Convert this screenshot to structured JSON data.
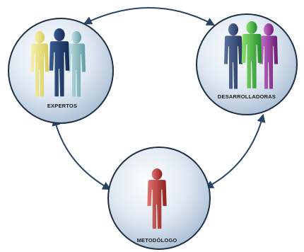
{
  "nodes": {
    "expertos": {
      "label": "EXPERTOS"
    },
    "desarrolladoras": {
      "label": "DESARROLLADORAS"
    },
    "metodologo": {
      "label": "METODÓLOGO"
    }
  },
  "colors": {
    "circle_fill_light": "#ffffff",
    "circle_fill_dark": "#b9cbde",
    "circle_stroke": "#1f2f44",
    "arrow": "#2a4466",
    "figure_yellow": "#ece48a",
    "figure_navy": "#1f3c6e",
    "figure_teal": "#7fb9c0",
    "figure_slate": "#3a4f78",
    "figure_green": "#37b53a",
    "figure_purple": "#8a2c93",
    "figure_red": "#b8332f"
  },
  "icons": [
    "people-group-icon",
    "person-icon"
  ]
}
